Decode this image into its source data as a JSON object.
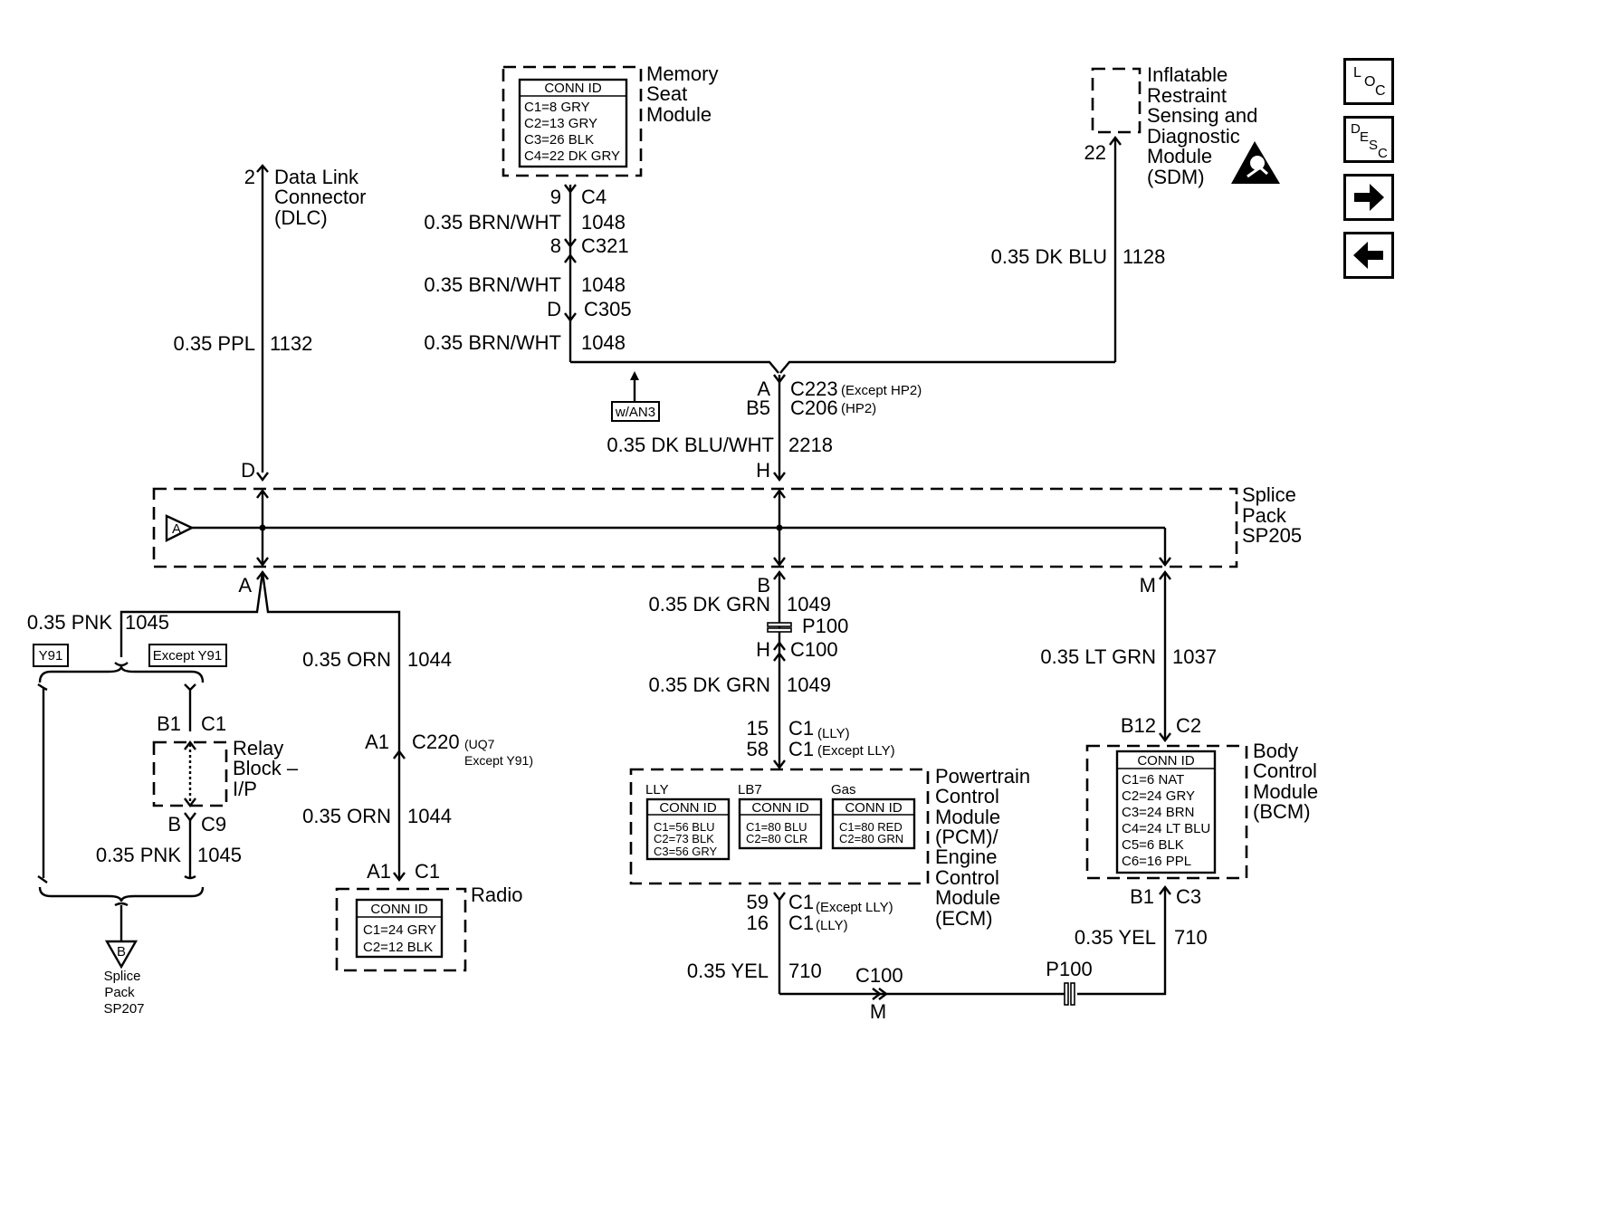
{
  "nav": {
    "loc": {
      "l": "L",
      "o": "O",
      "c": "C"
    },
    "desc": {
      "d": "D",
      "e": "E",
      "s": "S",
      "c": "C"
    }
  },
  "modules": {
    "memory_seat": {
      "name_l1": "Memory",
      "name_l2": "Seat",
      "name_l3": "Module",
      "conn_title": "CONN ID",
      "conn": [
        "C1=8 GRY",
        "C2=13 GRY",
        "C3=26 BLK",
        "C4=22 DK GRY"
      ]
    },
    "sdm": {
      "name_l1": "Inflatable",
      "name_l2": "Restraint",
      "name_l3": "Sensing and",
      "name_l4": "Diagnostic",
      "name_l5": "Module",
      "name_l6": "(SDM)"
    },
    "dlc": {
      "name_l1": "Data Link",
      "name_l2": "Connector",
      "name_l3": "(DLC)"
    },
    "splice_205": {
      "name_l1": "Splice",
      "name_l2": "Pack",
      "name_l3": "SP205",
      "flag": "A"
    },
    "relay_block": {
      "name_l1": "Relay",
      "name_l2": "Block –",
      "name_l3": "I/P"
    },
    "radio": {
      "name": "Radio",
      "conn_title": "CONN ID",
      "conn": [
        "C1=24 GRY",
        "C2=12 BLK"
      ]
    },
    "pcm": {
      "name_l1": "Powertrain",
      "name_l2": "Control",
      "name_l3": "Module",
      "name_l4": "(PCM)/",
      "name_l5": "Engine",
      "name_l6": "Control",
      "name_l7": "Module",
      "name_l8": "(ECM)",
      "groups": [
        {
          "label": "LLY",
          "conn_title": "CONN ID",
          "conn": [
            "C1=56 BLU",
            "C2=73 BLK",
            "C3=56 GRY"
          ]
        },
        {
          "label": "LB7",
          "conn_title": "CONN ID",
          "conn": [
            "C1=80 BLU",
            "C2=80 CLR"
          ]
        },
        {
          "label": "Gas",
          "conn_title": "CONN ID",
          "conn": [
            "C1=80 RED",
            "C2=80 GRN"
          ]
        }
      ]
    },
    "bcm": {
      "name_l1": "Body",
      "name_l2": "Control",
      "name_l3": "Module",
      "name_l4": "(BCM)",
      "conn_title": "CONN ID",
      "conn": [
        "C1=6 NAT",
        "C2=24 GRY",
        "C3=24 BRN",
        "C4=24 LT BLU",
        "C5=6 BLK",
        "C6=16 PPL"
      ]
    },
    "splice_207": {
      "flag": "B",
      "name_l1": "Splice",
      "name_l2": "Pack",
      "name_l3": "SP207"
    }
  },
  "wires": {
    "w1132": {
      "gauge": "0.35 PPL",
      "circuit": "1132"
    },
    "w1048a": {
      "gauge": "0.35 BRN/WHT",
      "circuit": "1048"
    },
    "w1048b": {
      "gauge": "0.35 BRN/WHT",
      "circuit": "1048"
    },
    "w1048c": {
      "gauge": "0.35 BRN/WHT",
      "circuit": "1048"
    },
    "w1128": {
      "gauge": "0.35 DK BLU",
      "circuit": "1128"
    },
    "w2218": {
      "gauge": "0.35 DK BLU/WHT",
      "circuit": "2218"
    },
    "w1045a": {
      "gauge": "0.35 PNK",
      "circuit": "1045"
    },
    "w1045b": {
      "gauge": "0.35 PNK",
      "circuit": "1045"
    },
    "w1044a": {
      "gauge": "0.35 ORN",
      "circuit": "1044"
    },
    "w1044b": {
      "gauge": "0.35 ORN",
      "circuit": "1044"
    },
    "w1049a": {
      "gauge": "0.35 DK GRN",
      "circuit": "1049"
    },
    "w1049b": {
      "gauge": "0.35 DK GRN",
      "circuit": "1049"
    },
    "w1037": {
      "gauge": "0.35 LT GRN",
      "circuit": "1037"
    },
    "w710a": {
      "gauge": "0.35 YEL",
      "circuit": "710"
    },
    "w710b": {
      "gauge": "0.35 YEL",
      "circuit": "710"
    }
  },
  "connectors": {
    "dlc_pin": "2",
    "sdm_pin": "22",
    "ms_pin": "9",
    "ms_conn": "C4",
    "c321_pin": "8",
    "c321": "C321",
    "c305_pin": "D",
    "c305": "C305",
    "c223_pin": "A",
    "c223": "C223",
    "c223_note": "(Except HP2)",
    "c206_pin": "B5",
    "c206": "C206",
    "c206_note": "(HP2)",
    "option_an3": "w/AN3",
    "sp205_d": "D",
    "sp205_h": "H",
    "sp205_a": "A",
    "sp205_b": "B",
    "sp205_m": "M",
    "y91": "Y91",
    "except_y91": "Except Y91",
    "relay_top_pin": "B1",
    "relay_top_conn": "C1",
    "relay_bot_pin": "B",
    "relay_bot_conn": "C9",
    "c220_pin": "A1",
    "c220": "C220",
    "c220_note1": "(UQ7",
    "c220_note2": "Except Y91)",
    "radio_pin": "A1",
    "radio_conn": "C1",
    "p100_top": "P100",
    "c100_top_pin": "H",
    "c100_top": "C100",
    "pcm_pin1": "15",
    "pcm_conn1": "C1",
    "pcm_note1": "(LLY)",
    "pcm_pin2": "58",
    "pcm_conn2": "C1",
    "pcm_note2": "(Except LLY)",
    "pcm_pin3": "59",
    "pcm_conn3": "C1",
    "pcm_note3": "(Except LLY)",
    "pcm_pin4": "16",
    "pcm_conn4": "C1",
    "pcm_note4": "(LLY)",
    "bcm_top_pin": "B12",
    "bcm_top_conn": "C2",
    "bcm_bot_pin": "B1",
    "bcm_bot_conn": "C3",
    "c100_bot": "C100",
    "c100_bot_pin": "M",
    "p100_bot": "P100"
  }
}
